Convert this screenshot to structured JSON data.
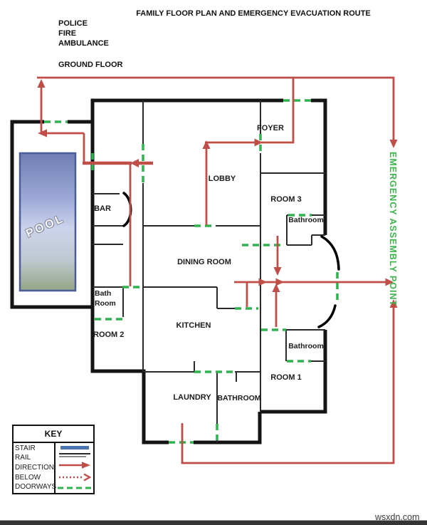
{
  "title": "FAMILY FLOOR PLAN AND EMERGENCY EVACUATION ROUTE",
  "header": {
    "services": [
      "POLICE",
      "FIRE",
      "AMBULANCE"
    ],
    "floor_label": "GROUND FLOOR"
  },
  "rooms": {
    "foyer": "FOYER",
    "lobby": "LOBBY",
    "bar": "BAR",
    "room3": "ROOM 3",
    "bathroom_room3": "Bathroom",
    "dining": "DINING ROOM",
    "bath_room_line1": "Bath",
    "bath_room_line2": "Room",
    "room2": "ROOM 2",
    "kitchen": "KITCHEN",
    "bathroom_room1": "Bathroom",
    "room1": "ROOM 1",
    "laundry": "LAUNDRY",
    "bathroom_main": "BATHROOM",
    "pool": "POOL"
  },
  "assembly_point_label": "EMERGENCY ASSEMBLY POINT",
  "key": {
    "title": "KEY",
    "items": [
      {
        "label": "STAIR"
      },
      {
        "label": "RAIL"
      },
      {
        "label": "DIRECTION"
      },
      {
        "label": "BELOW"
      },
      {
        "label": "DOORWAYS"
      }
    ]
  },
  "watermark": "wsxdn.com",
  "colors": {
    "route_red": "#bf4e49",
    "doorway_green": "#2fb34f",
    "assembly_green": "#3cb54b",
    "wall_black": "#141414",
    "stair_blue": "#4a74b0",
    "pool_border": "#4a5d96"
  }
}
